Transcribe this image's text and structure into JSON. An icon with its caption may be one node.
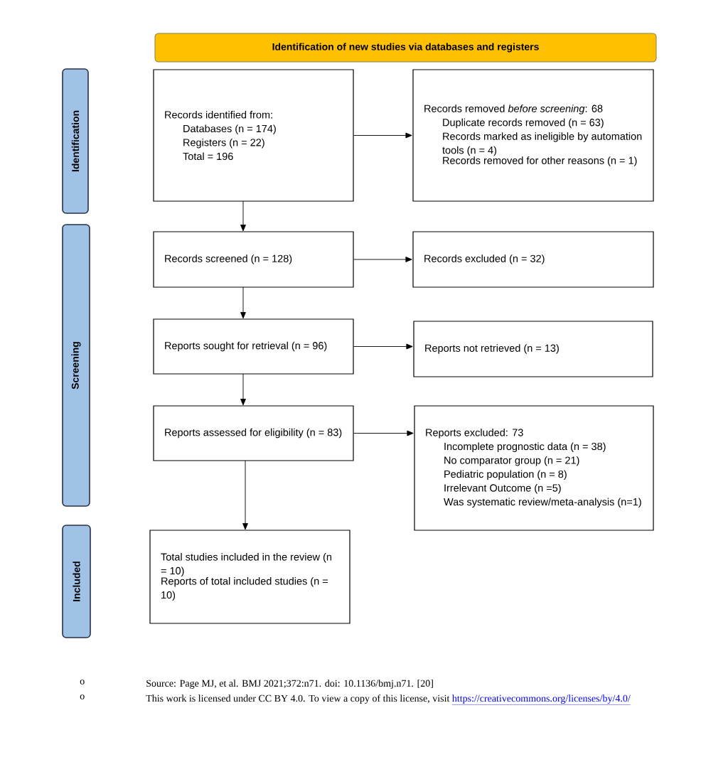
{
  "diagram": {
    "nodes": [
      {
        "text": [
          "Identification of new studies via databases and registers"
        ]
      },
      {
        "text": [
          "Identification"
        ]
      },
      {
        "text": [
          "Screening"
        ]
      },
      {
        "text": [
          "Included"
        ]
      },
      {
        "text": [
          "Records identified from:",
          "Databases (n = 174)",
          "Registers (n = 22)",
          "Total = 196"
        ]
      },
      {
        "text": [
          "Records removed *before screening*: 68",
          "Duplicate records removed (n = 63)",
          "Records marked as ineligible by automation tools (n = 4)",
          "Records removed for other reasons (n = 1)"
        ]
      },
      {
        "text": [
          "Records screened (n = 128)"
        ]
      },
      {
        "text": [
          "Records excluded (n = 32)"
        ]
      },
      {
        "text": [
          "Reports sought for retrieval (n = 96)"
        ]
      },
      {
        "text": [
          "Reports not retrieved (n = 13)"
        ]
      },
      {
        "text": [
          "Reports assessed for eligibility (n = 83)"
        ]
      },
      {
        "text": [
          "Reports excluded: 73",
          "Incomplete prognostic data (n = 38)",
          "No comparator group (n = 21)",
          "Pediatric population (n = 8)",
          "Irrelevant Outcome (n =5)",
          "Was systematic review/meta-analysis (n=1)"
        ]
      },
      {
        "text": [
          "Total studies included in the review (n = 10)",
          "Reports of total included studies (n = 10)"
        ]
      }
    ],
    "edges": [
      {
        "from": 4,
        "to": 5,
        "arrow": "to"
      },
      {
        "from": 4,
        "to": 6,
        "arrow": "to"
      },
      {
        "from": 6,
        "to": 7,
        "arrow": "to"
      },
      {
        "from": 6,
        "to": 8,
        "arrow": "to"
      },
      {
        "from": 8,
        "to": 9,
        "arrow": "to"
      },
      {
        "from": 8,
        "to": 10,
        "arrow": "to"
      },
      {
        "from": 10,
        "to": 11,
        "arrow": "to"
      },
      {
        "from": 10,
        "to": 12,
        "arrow": "to"
      }
    ],
    "labels": [
      "o",
      "Source: Page MJ, et al. BMJ 2021;372:n71. doi: 10.1136/bmj.n71. [20]",
      "o",
      "This work is licensed under CC BY 4.0. To view a copy of this license, visit",
      "https://creativecommons.org/licenses/by/4.0/"
    ]
  }
}
